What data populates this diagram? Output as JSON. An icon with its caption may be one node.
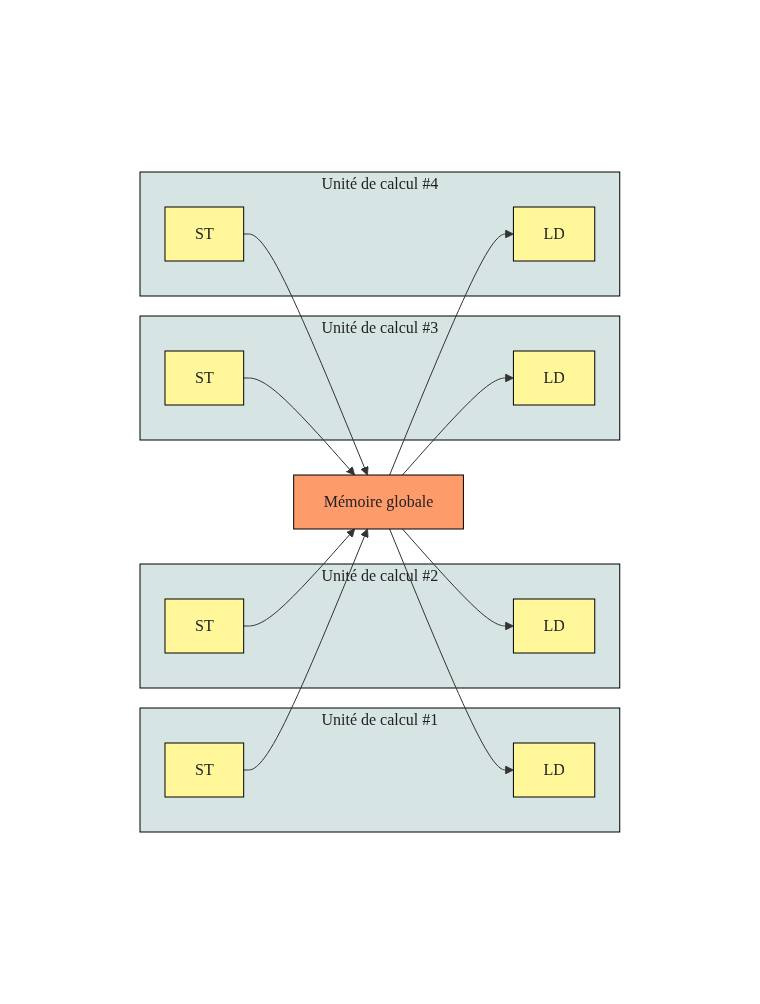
{
  "diagram": {
    "nodes": [
      {
        "text": [
          "Mémoire globale"
        ]
      },
      {
        "text": [
          "Unité de calcul #1"
        ]
      },
      {
        "text": [
          "LD"
        ],
        "in": 1
      },
      {
        "text": [
          "ST"
        ],
        "in": 1
      },
      {
        "text": [
          "Unité de calcul #2"
        ]
      },
      {
        "text": [
          "LD"
        ],
        "in": 4
      },
      {
        "text": [
          "ST"
        ],
        "in": 4
      },
      {
        "text": [
          "Unité de calcul #3"
        ]
      },
      {
        "text": [
          "LD"
        ],
        "in": 7
      },
      {
        "text": [
          "ST"
        ],
        "in": 7
      },
      {
        "text": [
          "Unité de calcul #4"
        ]
      },
      {
        "text": [
          "LD"
        ],
        "in": 10
      },
      {
        "text": [
          "ST"
        ],
        "in": 10
      }
    ],
    "edges": [
      {
        "from": 0,
        "to": 2,
        "arrow": "to"
      },
      {
        "from": 3,
        "to": 0,
        "arrow": "to"
      },
      {
        "from": 0,
        "to": 5,
        "arrow": "to"
      },
      {
        "from": 6,
        "to": 0,
        "arrow": "to"
      },
      {
        "from": 0,
        "to": 8,
        "arrow": "to"
      },
      {
        "from": 9,
        "to": 0,
        "arrow": "to"
      },
      {
        "from": 0,
        "to": 11,
        "arrow": "to"
      },
      {
        "from": 12,
        "to": 0,
        "arrow": "to"
      }
    ]
  }
}
